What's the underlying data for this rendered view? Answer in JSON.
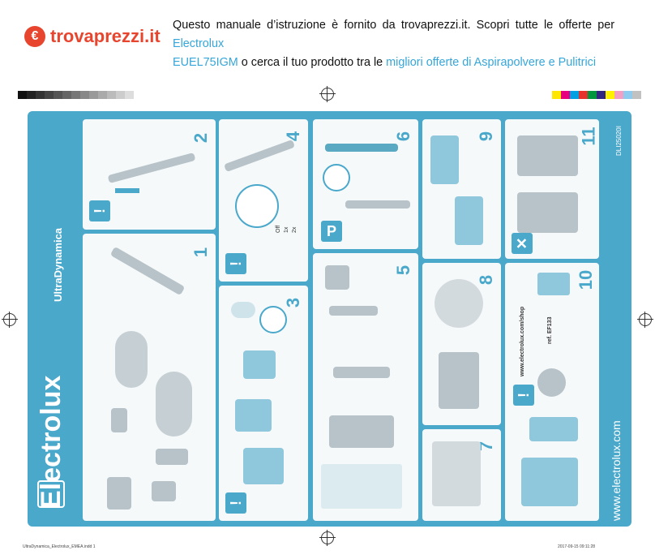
{
  "header": {
    "logo_text": "trovaprezzi.it",
    "line1_prefix": "Questo manuale d’istruzione è fornito da trovaprezzi.it. Scopri tutte le offerte per ",
    "brand_link": "Electrolux",
    "model_link": "EUEL75IGM",
    "line2_middle": " o cerca il tuo prodotto tra le ",
    "category_link": "migliori offerte di Aspirapolvere e Pulitrici"
  },
  "sheet": {
    "product_name": "UltraDynamica",
    "brand": "Electrolux",
    "website": "www.electrolux.com",
    "doc_code": "DLI25020I",
    "shop_url": "www.electrolux.com/shop",
    "filter_ref": "ref. EF133",
    "step_numbers": [
      "1",
      "2",
      "3",
      "4",
      "5",
      "6",
      "7",
      "8",
      "9",
      "10",
      "11"
    ],
    "switch_off": "Off",
    "switch_1x": "1x",
    "switch_2x": "2x"
  },
  "footer": {
    "left": "UltraDynamica_Electrolux_EMEA.indd   1",
    "right": "2017-09-15   09:11:28"
  },
  "colors": {
    "accent": "#4aa8cb",
    "logo": "#e8452e",
    "link": "#36a6d9"
  }
}
